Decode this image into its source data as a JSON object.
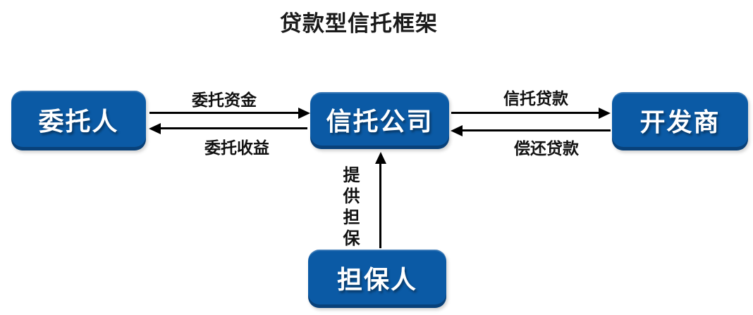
{
  "title": "贷款型信托框架",
  "nodes": [
    {
      "id": "trustor",
      "label": "委托人"
    },
    {
      "id": "trust-company",
      "label": "信托公司"
    },
    {
      "id": "developer",
      "label": "开发商"
    },
    {
      "id": "guarantor",
      "label": "担保人"
    }
  ],
  "edges": [
    {
      "id": "entrust-funds",
      "label": "委托资金",
      "from": "trustor",
      "to": "trust-company",
      "direction": "right"
    },
    {
      "id": "entrust-returns",
      "label": "委托收益",
      "from": "trust-company",
      "to": "trustor",
      "direction": "left"
    },
    {
      "id": "trust-loan",
      "label": "信托贷款",
      "from": "trust-company",
      "to": "developer",
      "direction": "right"
    },
    {
      "id": "repay-loan",
      "label": "偿还贷款",
      "from": "developer",
      "to": "trust-company",
      "direction": "left"
    },
    {
      "id": "provide-guarantee",
      "label": "提供担保",
      "from": "guarantor",
      "to": "trust-company",
      "direction": "up"
    }
  ],
  "colors": {
    "node_fill": "#0B5AA5",
    "node_edge_dark": "#052346",
    "node_text": "#FFFFFF",
    "arrow": "#000000",
    "label_text": "#111111",
    "background": "#FFFFFF",
    "title_text": "#1A1A1A"
  }
}
